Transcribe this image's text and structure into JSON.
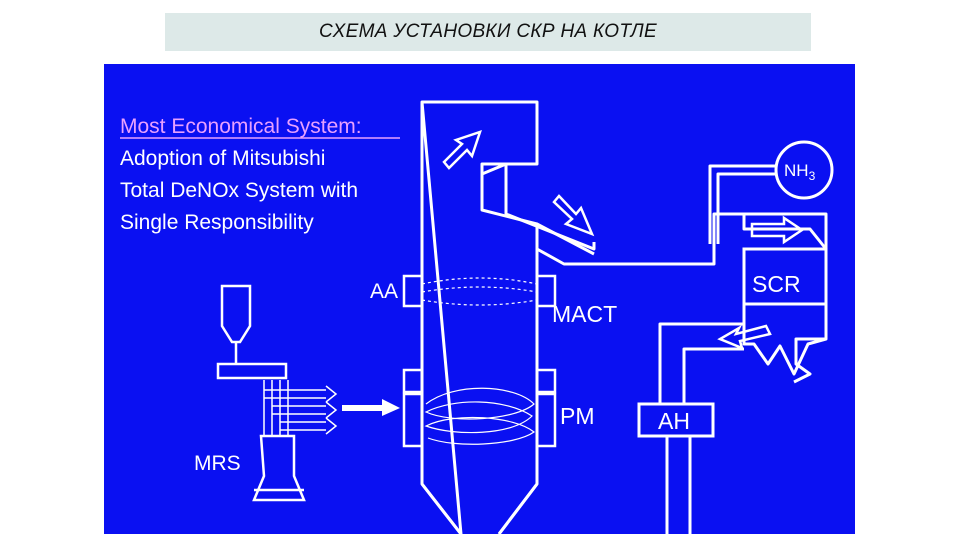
{
  "header": {
    "title": "СХЕМА УСТАНОВКИ СКР НА КОТЛЕ"
  },
  "diagram": {
    "intro": {
      "heading": "Most Economical System:",
      "lines": [
        "Adoption of Mitsubishi",
        "Total DeNOx System with",
        "Single  Responsibility"
      ]
    },
    "labels": {
      "aa": "AA",
      "mact": "MACT",
      "pm": "PM",
      "mrs": "MRS",
      "scr": "SCR",
      "ah": "AH",
      "nh3_main": "NH",
      "nh3_sub": "3"
    },
    "colors": {
      "background": "#0a10f2",
      "line": "#ffffff",
      "heading": "#e8a0ff"
    }
  }
}
